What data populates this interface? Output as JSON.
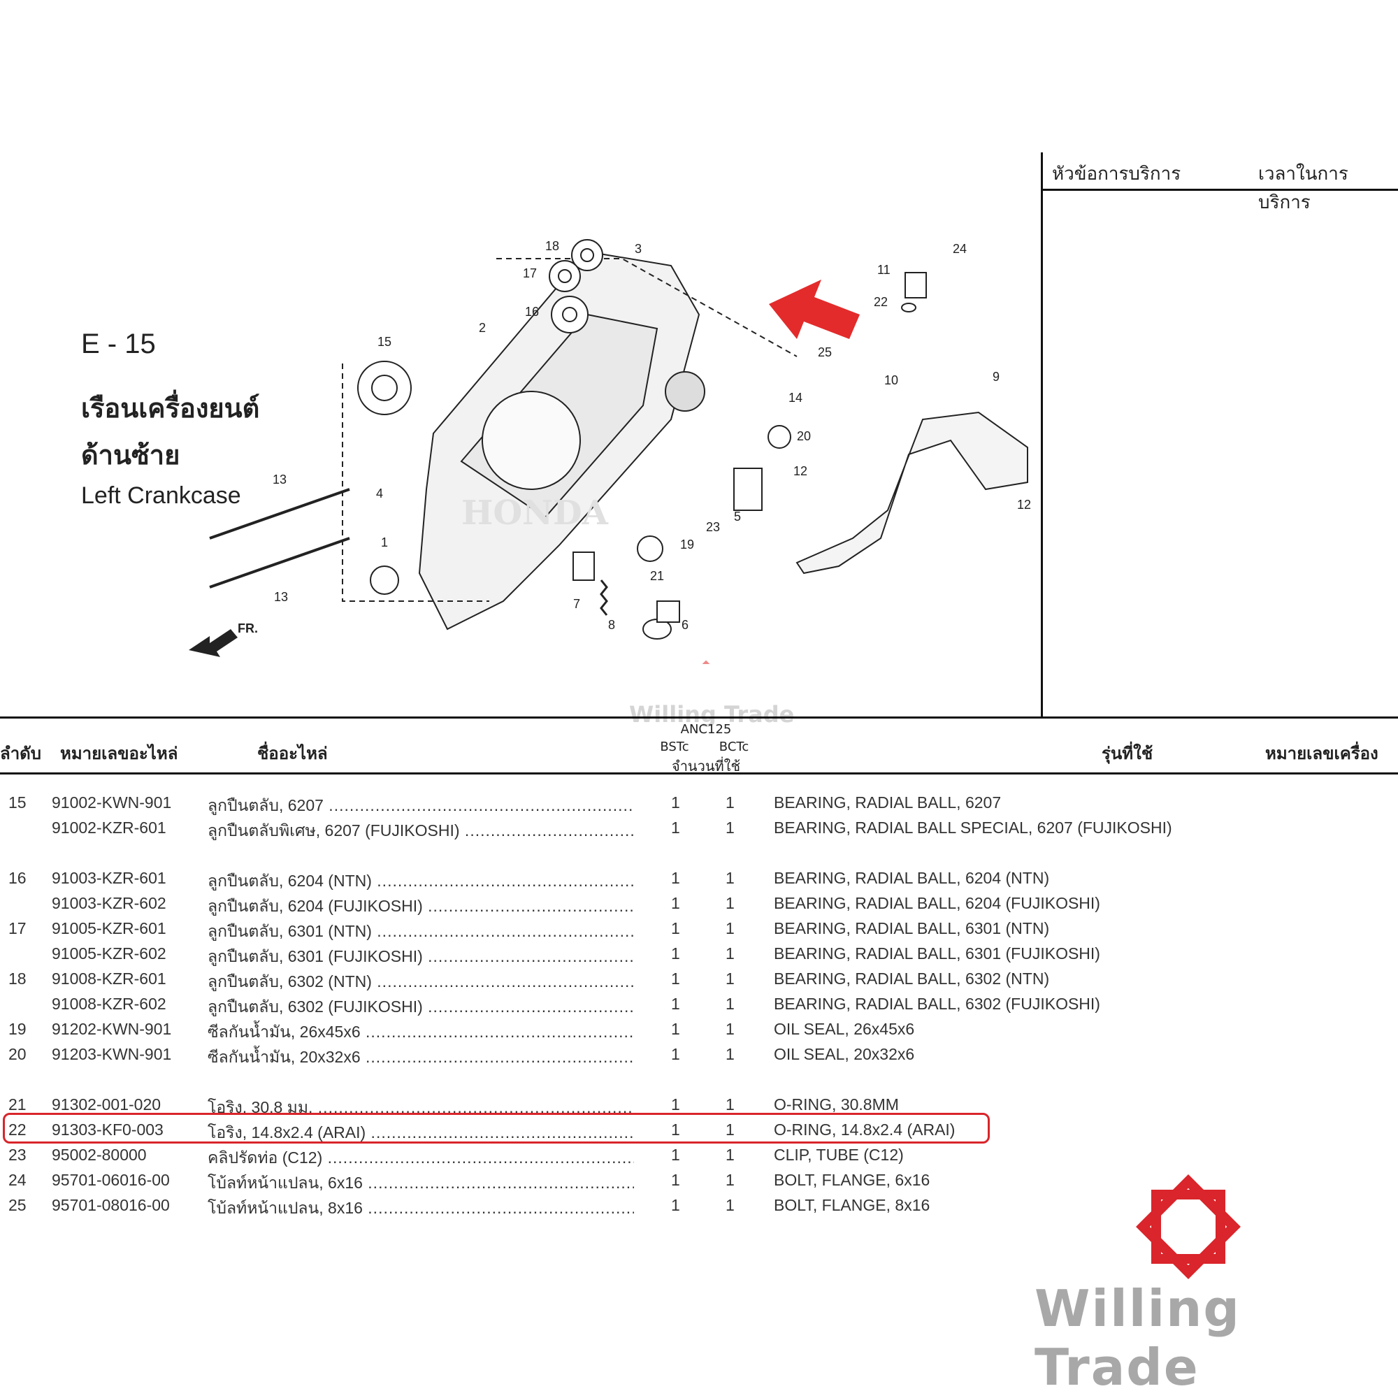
{
  "service": {
    "col1": "หัวข้อการบริการ",
    "col2": "เวลาในการบริการ"
  },
  "header": {
    "code": "E - 15",
    "title_th_1": "เรือนเครื่องยนต์",
    "title_th_2": "ด้านซ้าย",
    "title_en": "Left Crankcase"
  },
  "diagram": {
    "callouts": [
      "18",
      "17",
      "16",
      "15",
      "2",
      "3",
      "24",
      "11",
      "22",
      "25",
      "14",
      "10",
      "9",
      "20",
      "12",
      "13",
      "4",
      "1",
      "13",
      "23",
      "5",
      "19",
      "21",
      "7",
      "8",
      "6",
      "12"
    ],
    "direction_label": "FR.",
    "brand_watermark": "HONDA"
  },
  "table": {
    "model": "ANC125",
    "columns": {
      "index": "ลำดับ",
      "part_no": "หมายเลขอะไหล่",
      "name": "ชื่ออะไหล่",
      "variant1": "BSTc",
      "variant2": "BCTc",
      "qty": "จำนวนที่ใช้",
      "model_used": "รุ่นที่ใช้",
      "engine_no": "หมายเลขเครื่อง"
    },
    "rows": [
      {
        "idx": "15",
        "part": "91002-KWN-901",
        "th": "ลูกปืนตลับ, 6207",
        "q1": "1",
        "q2": "1",
        "en": "BEARING, RADIAL BALL, 6207"
      },
      {
        "idx": "",
        "part": "91002-KZR-601",
        "th": "ลูกปืนตลับพิเศษ, 6207 (FUJIKOSHI)",
        "q1": "1",
        "q2": "1",
        "en": "BEARING, RADIAL BALL SPECIAL, 6207 (FUJIKOSHI)"
      },
      {
        "idx": "16",
        "part": "91003-KZR-601",
        "th": "ลูกปืนตลับ, 6204 (NTN)",
        "q1": "1",
        "q2": "1",
        "en": "BEARING, RADIAL BALL, 6204 (NTN)"
      },
      {
        "idx": "",
        "part": "91003-KZR-602",
        "th": "ลูกปืนตลับ, 6204 (FUJIKOSHI)",
        "q1": "1",
        "q2": "1",
        "en": "BEARING, RADIAL BALL, 6204 (FUJIKOSHI)"
      },
      {
        "idx": "17",
        "part": "91005-KZR-601",
        "th": "ลูกปืนตลับ, 6301 (NTN)",
        "q1": "1",
        "q2": "1",
        "en": "BEARING, RADIAL BALL, 6301 (NTN)"
      },
      {
        "idx": "",
        "part": "91005-KZR-602",
        "th": "ลูกปืนตลับ, 6301 (FUJIKOSHI)",
        "q1": "1",
        "q2": "1",
        "en": "BEARING, RADIAL BALL, 6301 (FUJIKOSHI)"
      },
      {
        "idx": "18",
        "part": "91008-KZR-601",
        "th": "ลูกปืนตลับ, 6302 (NTN)",
        "q1": "1",
        "q2": "1",
        "en": "BEARING, RADIAL BALL, 6302 (NTN)"
      },
      {
        "idx": "",
        "part": "91008-KZR-602",
        "th": "ลูกปืนตลับ, 6302 (FUJIKOSHI)",
        "q1": "1",
        "q2": "1",
        "en": "BEARING, RADIAL BALL, 6302 (FUJIKOSHI)"
      },
      {
        "idx": "19",
        "part": "91202-KWN-901",
        "th": "ซีลกันน้ำมัน, 26x45x6",
        "q1": "1",
        "q2": "1",
        "en": "OIL SEAL, 26x45x6"
      },
      {
        "idx": "20",
        "part": "91203-KWN-901",
        "th": "ซีลกันน้ำมัน, 20x32x6",
        "q1": "1",
        "q2": "1",
        "en": "OIL SEAL, 20x32x6"
      },
      {
        "idx": "21",
        "part": "91302-001-020",
        "th": "โอริง, 30.8 มม.",
        "q1": "1",
        "q2": "1",
        "en": "O-RING, 30.8MM"
      },
      {
        "idx": "22",
        "part": "91303-KF0-003",
        "th": "โอริง, 14.8x2.4 (ARAI)",
        "q1": "1",
        "q2": "1",
        "en": "O-RING, 14.8x2.4 (ARAI)"
      },
      {
        "idx": "23",
        "part": "95002-80000",
        "th": "คลิปรัดท่อ (C12)",
        "q1": "1",
        "q2": "1",
        "en": "CLIP, TUBE (C12)"
      },
      {
        "idx": "24",
        "part": "95701-06016-00",
        "th": "โบ้ลท์หน้าแปลน, 6x16",
        "q1": "1",
        "q2": "1",
        "en": "BOLT, FLANGE, 6x16"
      },
      {
        "idx": "25",
        "part": "95701-08016-00",
        "th": "โบ้ลท์หน้าแปลน, 8x16",
        "q1": "1",
        "q2": "1",
        "en": "BOLT, FLANGE, 8x16"
      }
    ]
  },
  "watermark": {
    "text": "Willing Trade"
  },
  "logo": {
    "text": "Willing Trade",
    "color": "#d9252b"
  },
  "colors": {
    "accent": "#d9252b"
  }
}
